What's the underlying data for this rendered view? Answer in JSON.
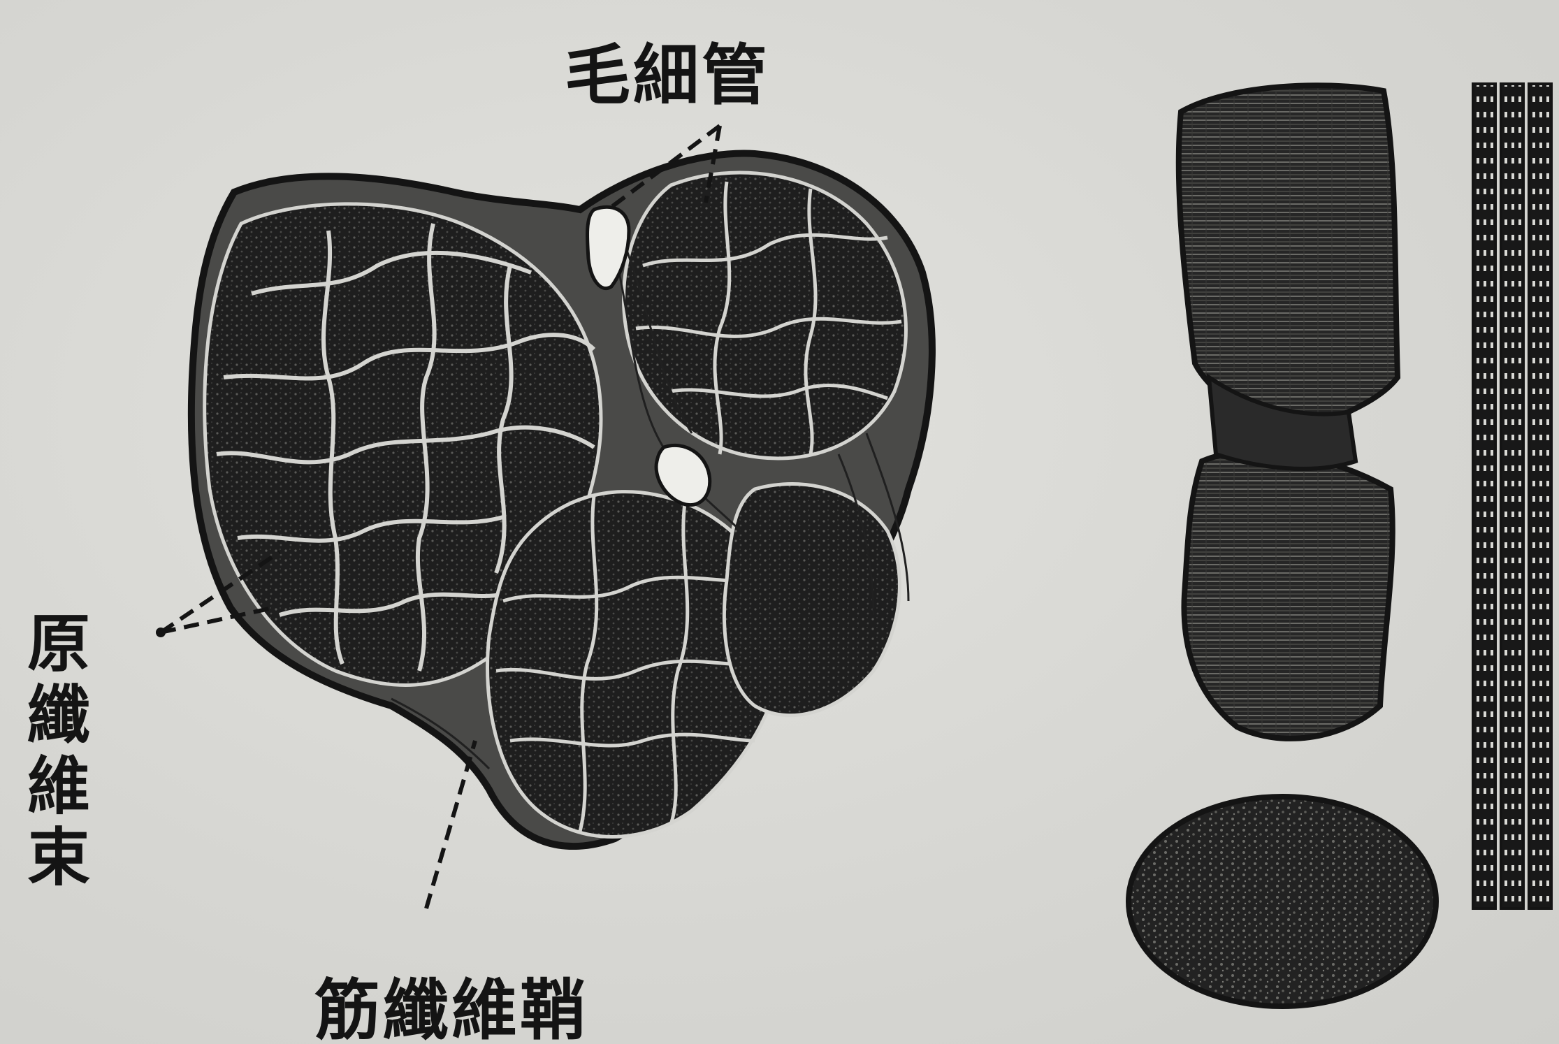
{
  "figure": {
    "labels": {
      "capillary": "毛細管",
      "fibril_bundle": "原纖維束",
      "sarcolemma": "筋纖維鞘"
    }
  },
  "colors": {
    "paper": "#d9d9d5",
    "ink": "#141414",
    "tissue_dark": "#1c1c1c",
    "septa": "#d4d4d0"
  }
}
